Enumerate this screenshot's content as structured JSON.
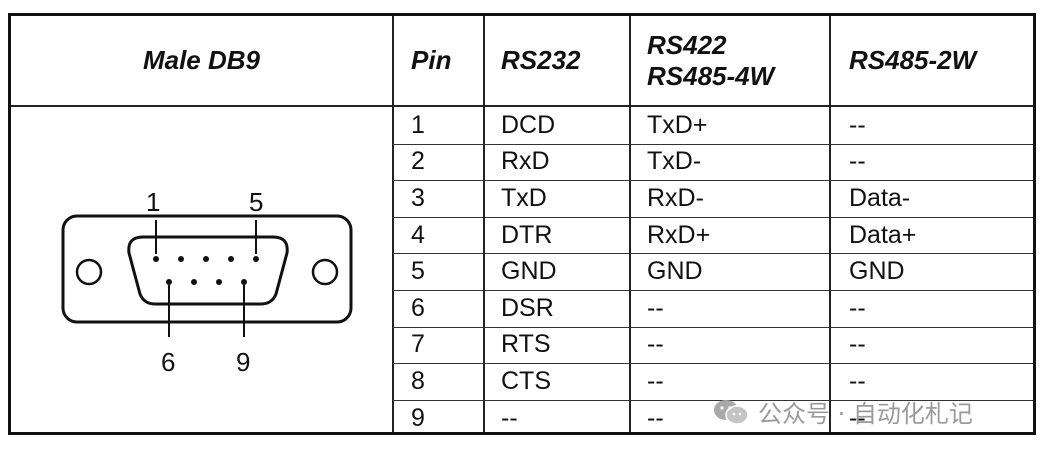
{
  "headers": {
    "connector": "Male DB9",
    "pin": "Pin",
    "rs232": "RS232",
    "rs422_line1": "RS422",
    "rs422_line2": "RS485-4W",
    "rs485_2w": "RS485-2W"
  },
  "rows": [
    {
      "pin": "1",
      "rs232": "DCD",
      "rs422": "TxD+",
      "rs485": "--"
    },
    {
      "pin": "2",
      "rs232": "RxD",
      "rs422": "TxD-",
      "rs485": "--"
    },
    {
      "pin": "3",
      "rs232": "TxD",
      "rs422": "RxD-",
      "rs485": "Data-"
    },
    {
      "pin": "4",
      "rs232": "DTR",
      "rs422": "RxD+",
      "rs485": "Data+"
    },
    {
      "pin": "5",
      "rs232": "GND",
      "rs422": "GND",
      "rs485": "GND"
    },
    {
      "pin": "6",
      "rs232": "DSR",
      "rs422": "--",
      "rs485": "--"
    },
    {
      "pin": "7",
      "rs232": "RTS",
      "rs422": "--",
      "rs485": "--"
    },
    {
      "pin": "8",
      "rs232": "CTS",
      "rs422": "--",
      "rs485": "--"
    },
    {
      "pin": "9",
      "rs232": "--",
      "rs422": "--",
      "rs485": "--"
    }
  ],
  "diagram": {
    "label_pin1": "1",
    "label_pin5": "5",
    "label_pin6": "6",
    "label_pin9": "9"
  },
  "watermark": {
    "text": "公众号 · 自动化札记",
    "icon": "wechat-icon"
  }
}
